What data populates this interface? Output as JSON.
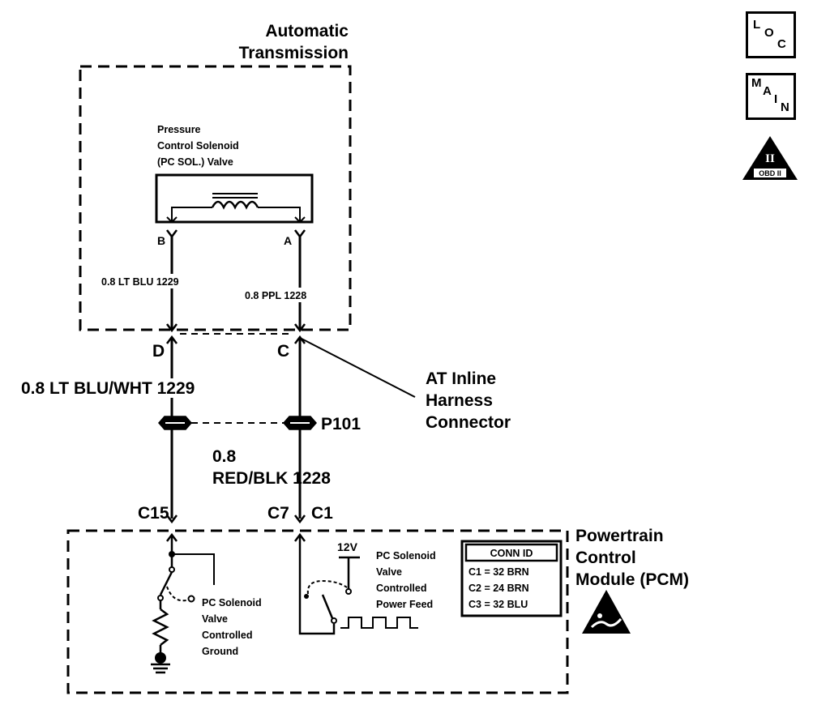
{
  "transmission": {
    "title_line1": "Automatic",
    "title_line2": "Transmission"
  },
  "solenoid": {
    "line1": "Pressure",
    "line2": "Control Solenoid",
    "line3": "(PC SOL.) Valve",
    "pin_b": "B",
    "pin_a": "A"
  },
  "wires_inside": {
    "left": "0.8 LT BLU  1229",
    "right": "0.8 PPL  1228"
  },
  "connector": {
    "pin_d": "D",
    "pin_c": "C",
    "line1": "AT Inline",
    "line2": "Harness",
    "line3": "Connector"
  },
  "harness": {
    "left_wire": "0.8 LT BLU/WHT  1229",
    "splice": "P101",
    "right_wire_line1": "0.8",
    "right_wire_line2": "RED/BLK  1228"
  },
  "pcm_pins": {
    "c15": "C15",
    "c7": "C7",
    "c1": "C1"
  },
  "pcm": {
    "line1": "Powertrain",
    "line2": "Control",
    "line3": "Module (PCM)"
  },
  "ground_label": {
    "line1": "PC Solenoid",
    "line2": "Valve",
    "line3": "Controlled",
    "line4": "Ground"
  },
  "feed_label": {
    "line1": "PC Solenoid",
    "line2": "Valve",
    "line3": "Controlled",
    "line4": "Power Feed"
  },
  "voltage": "12V",
  "conn_id": {
    "header": "CONN ID",
    "rows": [
      "C1 = 32 BRN",
      "C2 = 24 BRN",
      "C3 = 32 BLU"
    ]
  },
  "badges": {
    "loc": {
      "l1": "L",
      "l2": "O",
      "l3": "C"
    },
    "main": {
      "l1": "M",
      "l2": "A",
      "l3": "I",
      "l4": "N"
    },
    "obd": {
      "roman": "II",
      "text": "OBD II"
    }
  },
  "icons": [
    "loc-badge-icon",
    "main-badge-icon",
    "obd-ii-icon",
    "esd-warning-icon",
    "ground-icon",
    "resistor-icon",
    "coil-icon",
    "pwm-waveform-icon"
  ]
}
